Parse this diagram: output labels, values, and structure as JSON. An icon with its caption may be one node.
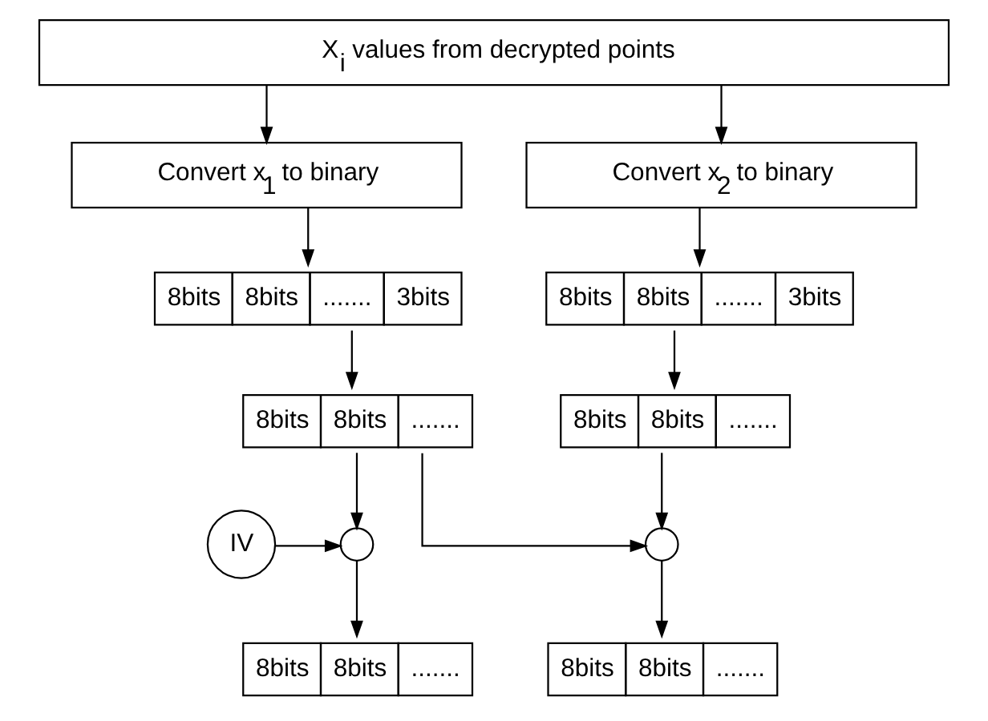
{
  "diagram": {
    "nodes": [
      {
        "text": [
          "X$_{i}$ values from decrypted points"
        ]
      },
      {
        "text": [
          "Convert x$_{1}$ to binary"
        ]
      },
      {
        "text": [
          "Convert x$_{2}$ to binary"
        ]
      },
      {
        "text": [
          "8bits",
          "8bits",
          ".......",
          "3bits"
        ]
      },
      {
        "text": [
          "8bits",
          "8bits",
          ".......",
          "3bits"
        ]
      },
      {
        "text": [
          "8bits",
          "8bits",
          "......."
        ]
      },
      {
        "text": [
          "8bits",
          "8bits",
          "......."
        ]
      },
      {
        "text": [
          "IV"
        ]
      },
      {
        "text": [],
        "shape": "circle"
      },
      {
        "text": [],
        "shape": "circle"
      },
      {
        "text": [
          "8bits",
          "8bits",
          "......."
        ]
      },
      {
        "text": [
          "8bits",
          "8bits",
          "......."
        ]
      }
    ],
    "edges": [
      {
        "from": 0,
        "to": 1,
        "arrow": "to"
      },
      {
        "from": 0,
        "to": 2,
        "arrow": "to"
      },
      {
        "from": 1,
        "to": 3,
        "arrow": "to"
      },
      {
        "from": 2,
        "to": 4,
        "arrow": "to"
      },
      {
        "from": 3,
        "to": 5,
        "arrow": "to"
      },
      {
        "from": 4,
        "to": 6,
        "arrow": "to"
      },
      {
        "from": 5,
        "to": 8,
        "arrow": "to"
      },
      {
        "from": 7,
        "to": 8,
        "arrow": "to"
      },
      {
        "from": 5,
        "to": 9,
        "arrow": "to"
      },
      {
        "from": 6,
        "to": 9,
        "arrow": "to"
      },
      {
        "from": 8,
        "to": 10,
        "arrow": "to"
      },
      {
        "from": 9,
        "to": 11,
        "arrow": "to"
      }
    ]
  }
}
